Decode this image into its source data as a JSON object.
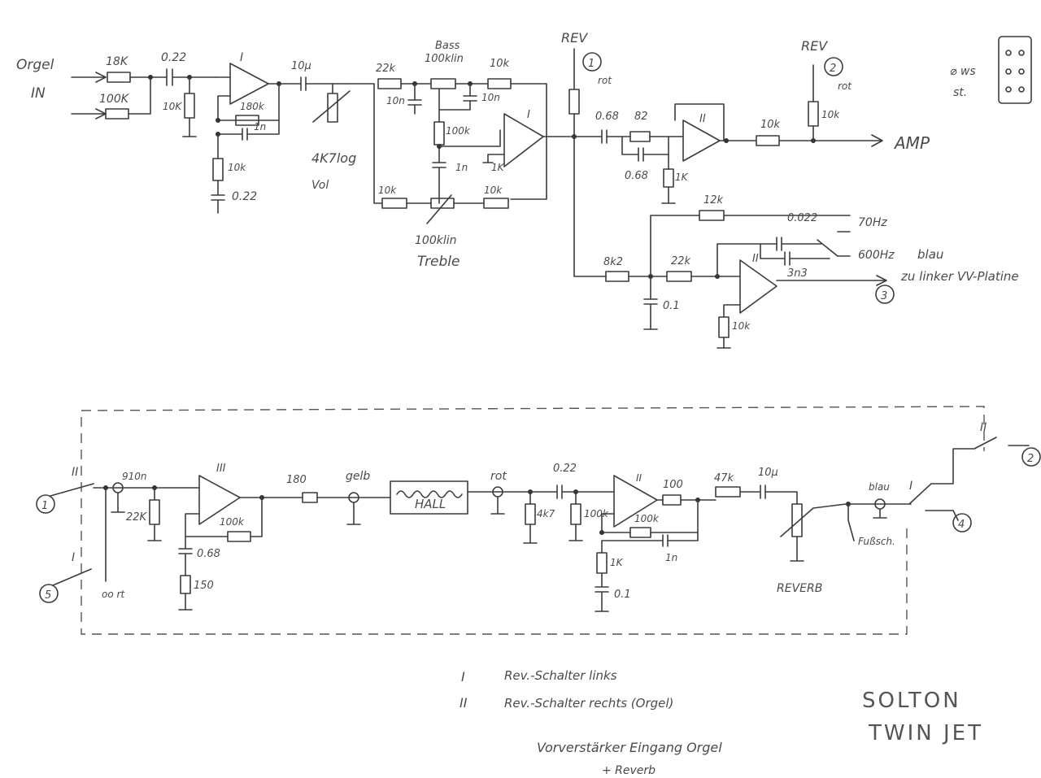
{
  "top": {
    "input_label": "Orgel",
    "input_sub": "IN",
    "r_in1": "18K",
    "r_in2": "100K",
    "c_in": "0.22",
    "r_gnd": "10K",
    "opamp1": "I",
    "r_fb1": "180k",
    "c_fb1": "1n",
    "r_g1": "10k",
    "c_g1": "0.22",
    "c_out1": "10µ",
    "pot_vol": "4K7log",
    "vol_label": "Vol",
    "r_bass_a": "22k",
    "bass_label": "Bass",
    "pot_bass": "100klin",
    "r_bass_b": "10k",
    "c_bass1": "10n",
    "c_bass2": "10n",
    "r_mid": "100k",
    "c_mid": "1n",
    "r_tr_a": "10k",
    "r_tr_b": "10k",
    "pot_treble": "100klin",
    "treble_label": "Treble",
    "opamp2": "I",
    "r_o2": "1K",
    "rev1": "REV",
    "rev1_num": "1",
    "rev1_col": "rot",
    "c_rev": "0.68",
    "r_rev": "82",
    "c_rev2": "0.68",
    "r_rev_g": "1K",
    "opamp3": "II",
    "r_amp": "10k",
    "amp_label": "AMP",
    "rev2": "REV",
    "rev2_num": "2",
    "rev2_col": "rot",
    "r_rev2": "10k",
    "conn_label1": "ws",
    "conn_label2": "st.",
    "r_12k": "12k",
    "r_8k2": "8k2",
    "r_22k": "22k",
    "c_01": "0.1",
    "c_022": "0.022",
    "c_3n3": "3n3",
    "f_70": "70Hz",
    "f_600": "600Hz",
    "opamp4": "II",
    "r_10k_g": "10k",
    "blau": "blau",
    "vv_label": "zu linker VV-Platine",
    "out3": "3"
  },
  "bottom": {
    "sw_ii": "II",
    "node1": "1",
    "c_910": "910n",
    "r_22k": "22K",
    "opamp5": "III",
    "r_100k": "100k",
    "c_068": "0.68",
    "r_150": "150",
    "sw_i": "I",
    "node5": "5",
    "ground_label": "oo rt",
    "r_180": "180",
    "gelb": "gelb",
    "hall": "HALL",
    "rot": "rot",
    "r_4k7": "4k7",
    "c_022": "0.22",
    "r_100k_b": "100k",
    "opamp6": "II",
    "r_100": "100",
    "r_100k_fb": "100k",
    "c_1n": "1n",
    "r_1k": "1K",
    "c_01": "0.1",
    "r_47k": "47k",
    "c_10u": "10µ",
    "reverb": "REVERB",
    "blau": "blau",
    "fuss": "Fußsch.",
    "sw_i2": "I",
    "node4": "4",
    "sw_ii2": "II",
    "node2": "2"
  },
  "legend": {
    "l1_sym": "I",
    "l1_text": "Rev.-Schalter links",
    "l2_sym": "II",
    "l2_text": "Rev.-Schalter rechts (Orgel)"
  },
  "title": {
    "line1": "SOLTON",
    "line2": "TWIN JET"
  },
  "caption": {
    "line1": "Vorverstärker Eingang Orgel",
    "line2": "+ Reverb"
  }
}
